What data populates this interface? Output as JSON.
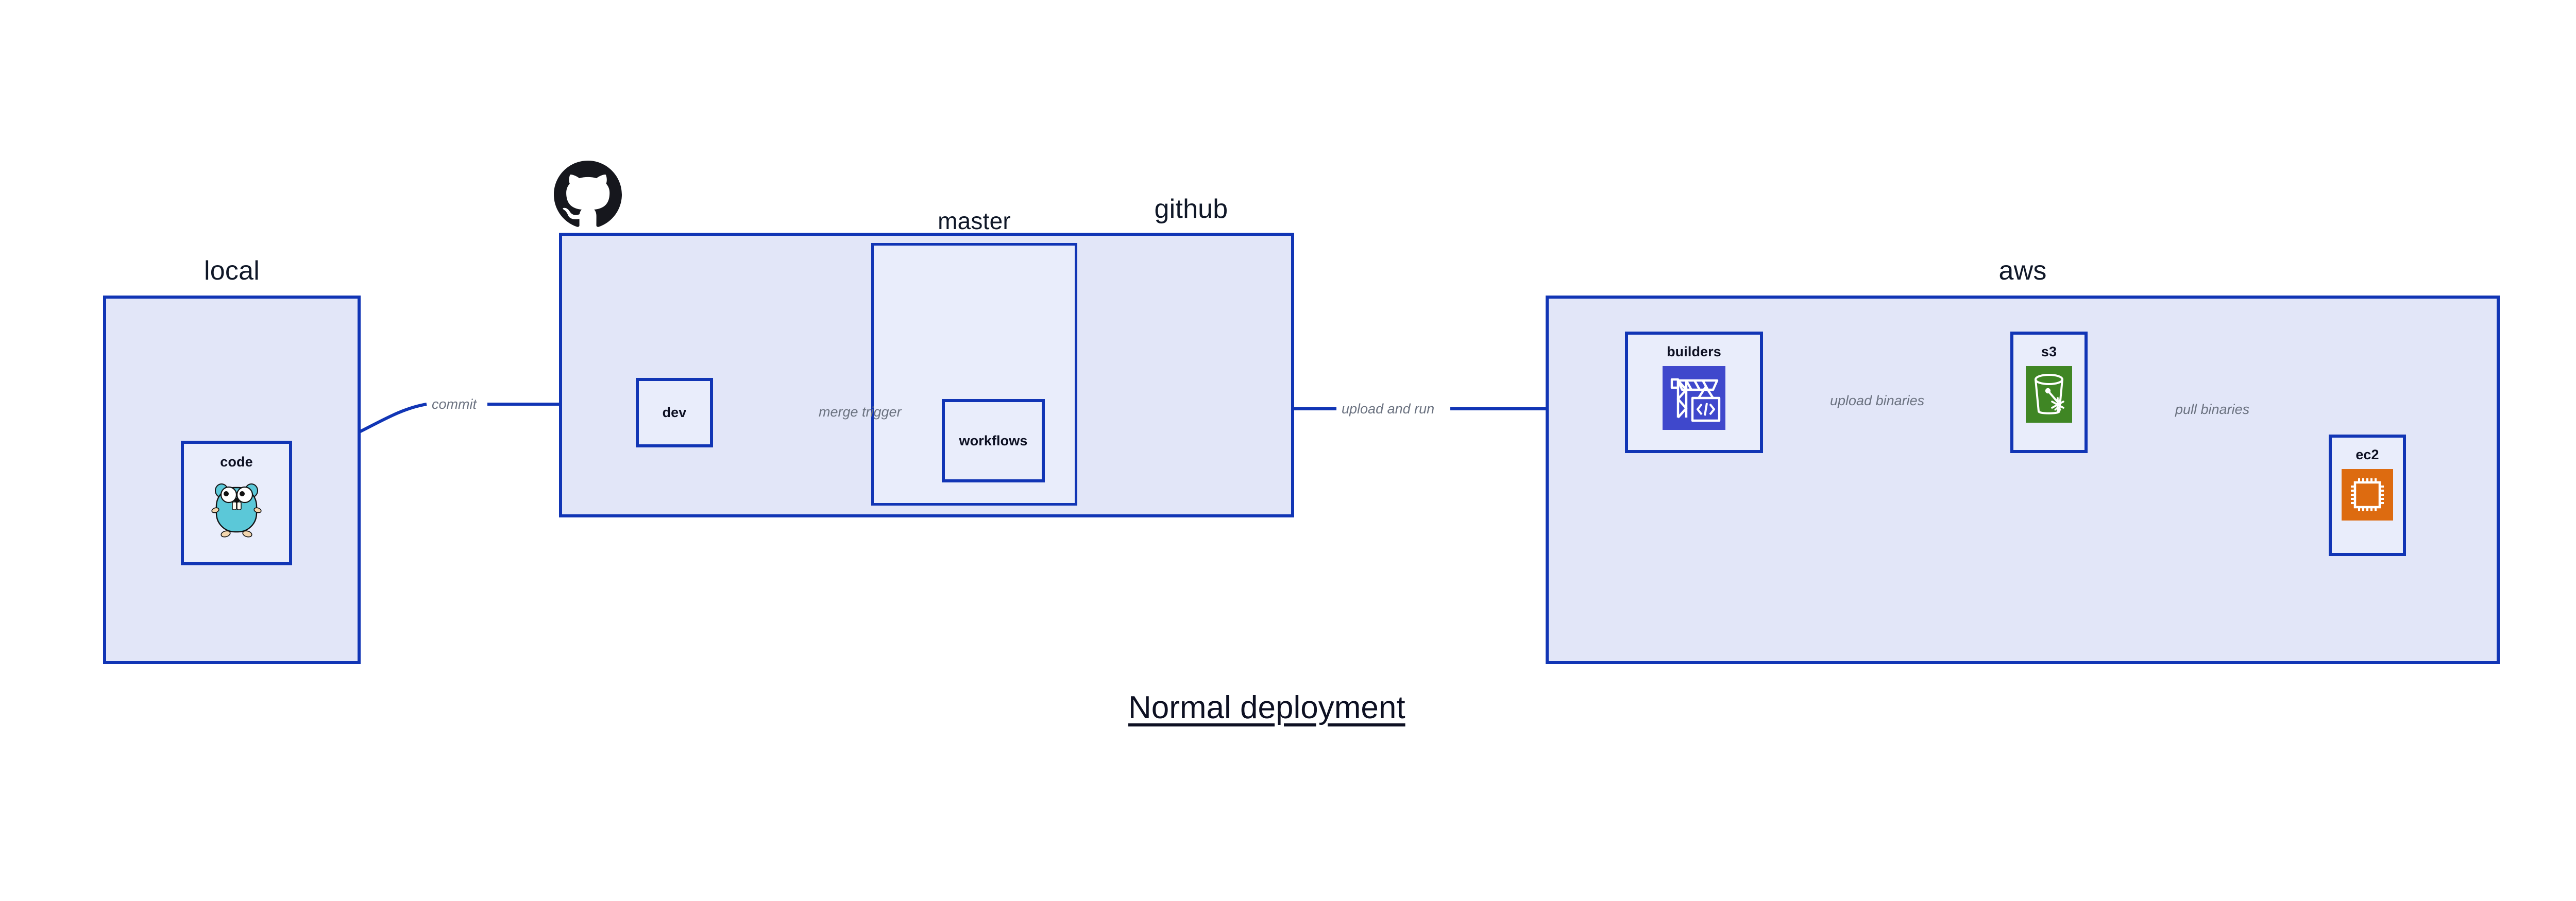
{
  "diagram": {
    "title": "Normal deployment",
    "accent_border": "#1135b5",
    "group_fill": "#e2e6f8",
    "node_fill": "#e9edfb",
    "label_color": "#6b7280",
    "text_color": "#0d1022"
  },
  "groups": {
    "local": {
      "label": "local"
    },
    "github": {
      "label": "github",
      "icon": "github-octocat-icon",
      "master": {
        "label": "master"
      }
    },
    "aws": {
      "label": "aws"
    }
  },
  "nodes": {
    "code": {
      "label": "code",
      "icon": "go-gopher-icon"
    },
    "dev": {
      "label": "dev"
    },
    "workflows": {
      "label": "workflows"
    },
    "builders": {
      "label": "builders",
      "icon": "aws-codebuild-icon",
      "icon_color": "#3f48cc"
    },
    "s3": {
      "label": "s3",
      "icon": "aws-s3-glacier-bucket-icon",
      "icon_color": "#3f8624"
    },
    "ec2": {
      "label": "ec2",
      "icon": "aws-ec2-chip-icon",
      "icon_color": "#dd6b10"
    }
  },
  "edges": [
    {
      "id": "commit",
      "label": "commit",
      "from": "code",
      "to": "dev"
    },
    {
      "id": "merge-trigger",
      "label": "merge trigger",
      "from": "dev",
      "to": "workflows"
    },
    {
      "id": "upload-and-run",
      "label": "upload and run",
      "from": "workflows",
      "to": "builders"
    },
    {
      "id": "upload-binaries",
      "label": "upload binaries",
      "from": "builders",
      "to": "s3"
    },
    {
      "id": "pull-binaries",
      "label": "pull binaries",
      "from": "s3",
      "to": "ec2"
    }
  ]
}
